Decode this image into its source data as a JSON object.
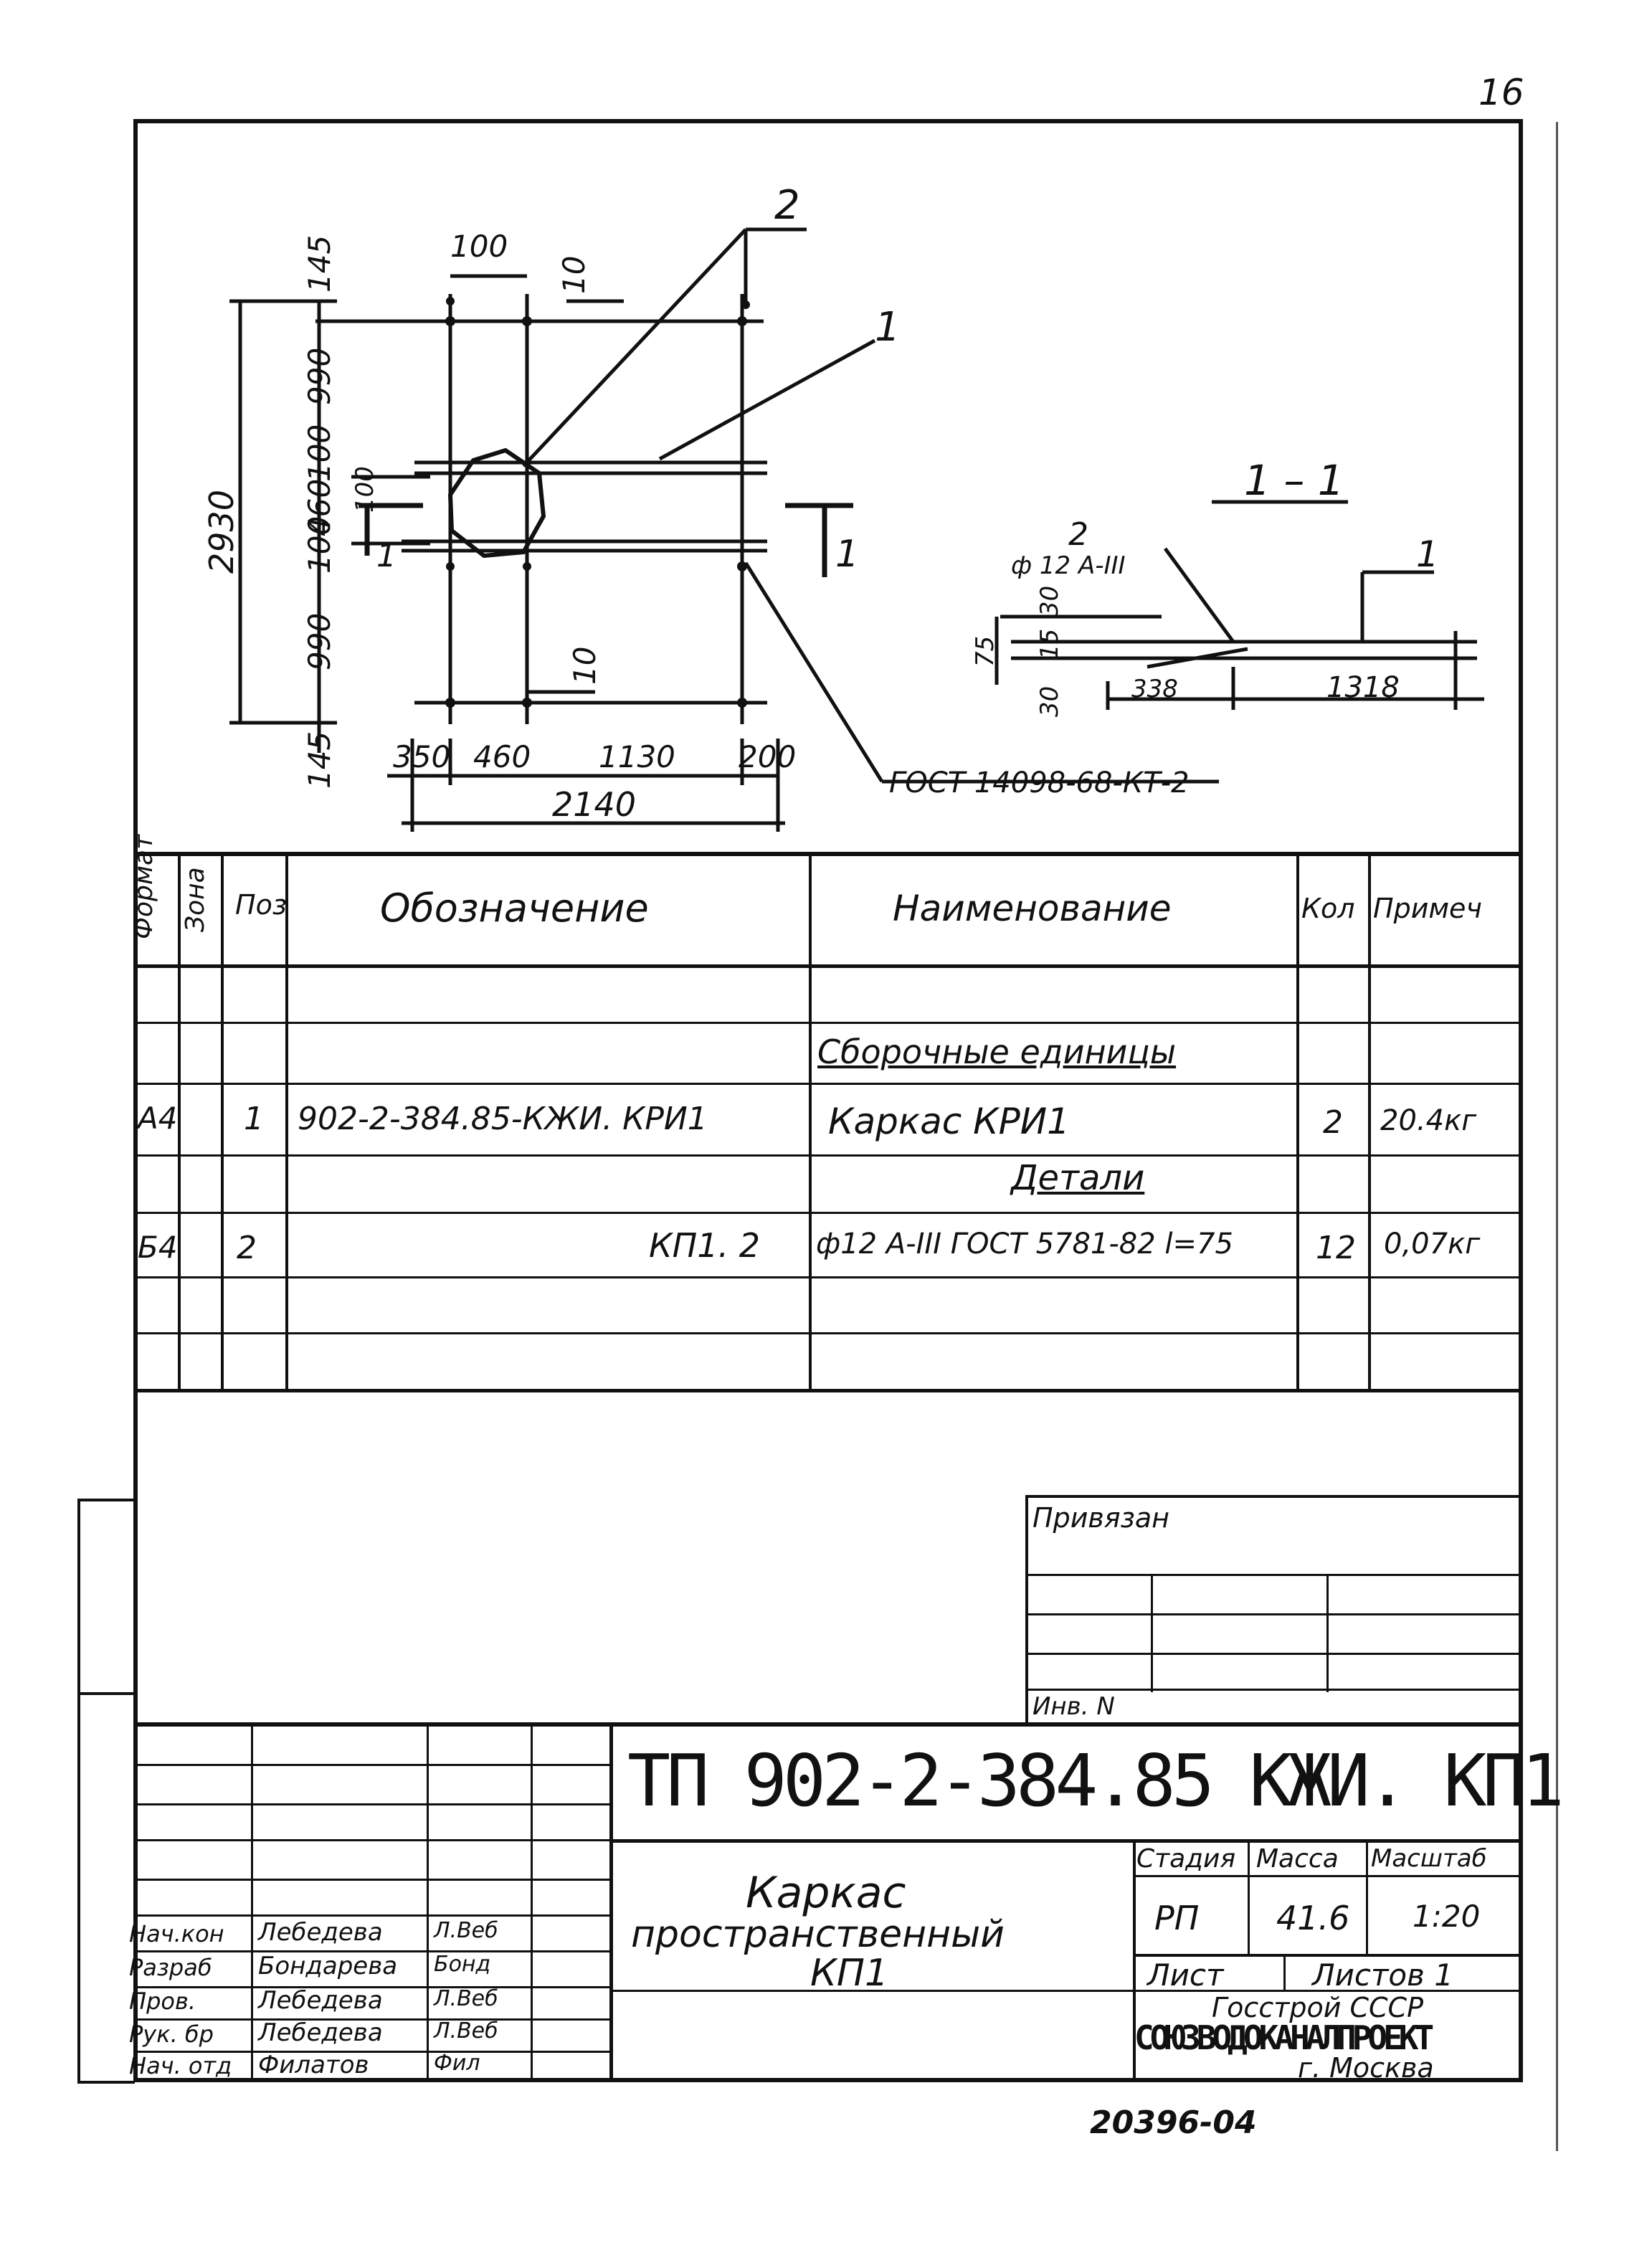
{
  "page_number": "16",
  "drawing": {
    "plan": {
      "dim_top": "100",
      "dim_top_right": "10",
      "dim_left_top": "145",
      "dim_left_1": "990",
      "dim_left_2": "100",
      "dim_left_3": "460",
      "dim_left_4": "100",
      "dim_left_5": "990",
      "dim_left_bottom": "145",
      "dim_total_height": "2930",
      "dim_inner_100": "100",
      "dim_mid_10": "10",
      "dim_b1": "350",
      "dim_b2": "460",
      "dim_b3": "1130",
      "dim_b4": "200",
      "dim_total_width": "2140",
      "section_mark": "1",
      "pos_1": "1",
      "pos_2": "2",
      "standard": "ГОСТ 14098-68-КТ-2"
    },
    "section": {
      "title": "1 – 1",
      "pos_2": "2",
      "rebar": "ф 12 А-III",
      "pos_1": "1",
      "dim_75": "75",
      "dim_30": "30",
      "dim_15": "15",
      "dim_30b": "30",
      "dim_338": "338",
      "dim_1318": "1318"
    }
  },
  "spec": {
    "headers": {
      "format": "Формат",
      "zone": "Зона",
      "pos": "Поз",
      "designation": "Обозначение",
      "name": "Наименование",
      "qty": "Кол",
      "note": "Примеч"
    },
    "section_assembly": "Сборочные единицы",
    "section_details": "Детали",
    "rows": [
      {
        "format": "А4",
        "pos": "1",
        "designation": "902-2-384.85-КЖИ. КРИ1",
        "name": "Каркас КРИ1",
        "qty": "2",
        "note": "20.4кг"
      },
      {
        "format": "Б4",
        "pos": "2",
        "designation": "КП1. 2",
        "name": "ф12 А-III ГОСТ 5781-82 l=75",
        "qty": "12",
        "note": "0,07кг"
      }
    ]
  },
  "binding": {
    "label": "Привязан",
    "inv": "Инв. N"
  },
  "title_block": {
    "code": "ТП 902-2-384.85 КЖИ. КП1",
    "title_line1": "Каркас",
    "title_line2": "пространственный",
    "title_line3": "КП1",
    "stage_label": "Стадия",
    "mass_label": "Масса",
    "scale_label": "Масштаб",
    "stage": "РП",
    "mass": "41.6",
    "scale": "1:20",
    "sheet_label": "Лист",
    "sheets_label": "Листов 1",
    "org1": "Госстрой СССР",
    "org2": "СОЮЗВОДОКАНАЛПРОЕКТ",
    "org3": "г. Москва",
    "signatures": [
      {
        "role": "Нач.кон",
        "name": "Лебедева",
        "sign": "Л.Веб"
      },
      {
        "role": "Разраб",
        "name": "Бондарева",
        "sign": "Бонд"
      },
      {
        "role": "Пров.",
        "name": "Лебедева",
        "sign": "Л.Веб"
      },
      {
        "role": "Рук. бр",
        "name": "Лебедева",
        "sign": "Л.Веб"
      },
      {
        "role": "Нач. отд",
        "name": "Филатов",
        "sign": "Фил"
      }
    ]
  },
  "footer_code": "20396-04"
}
